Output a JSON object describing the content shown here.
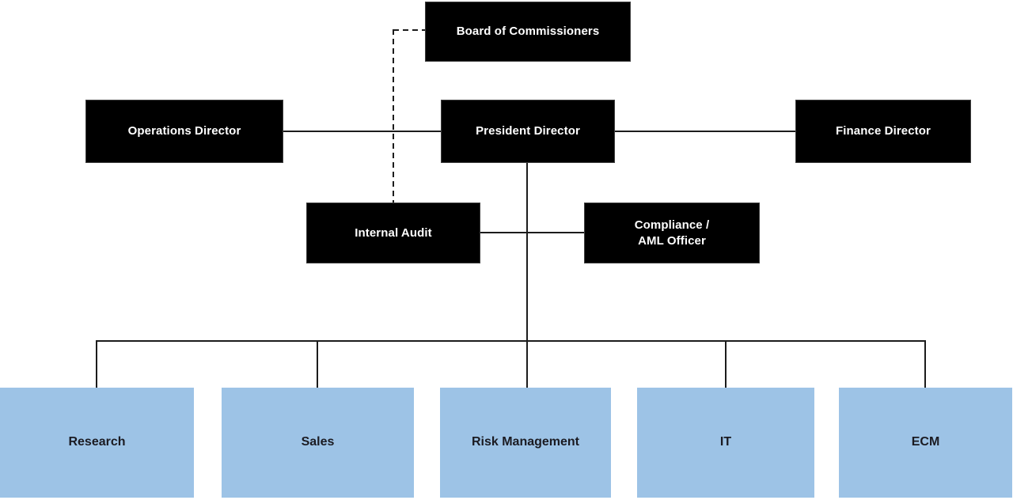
{
  "diagram": {
    "type": "org-chart",
    "nodes": {
      "board": {
        "label": "Board of Commissioners"
      },
      "operations": {
        "label": "Operations Director"
      },
      "president": {
        "label": "President Director"
      },
      "finance": {
        "label": "Finance Director"
      },
      "internal_audit": {
        "label": "Internal Audit"
      },
      "compliance": {
        "label": "Compliance /\nAML Officer"
      }
    },
    "departments": [
      {
        "label": "Research"
      },
      {
        "label": "Sales"
      },
      {
        "label": "Risk Management"
      },
      {
        "label": "IT"
      },
      {
        "label": "ECM"
      }
    ],
    "edges": [
      {
        "from": "Board of Commissioners",
        "to": "Internal Audit",
        "style": "dashed"
      },
      {
        "from": "President Director",
        "to": "Operations Director",
        "style": "solid"
      },
      {
        "from": "President Director",
        "to": "Finance Director",
        "style": "solid"
      },
      {
        "from": "President Director",
        "to": "Internal Audit",
        "style": "solid"
      },
      {
        "from": "President Director",
        "to": "Compliance / AML Officer",
        "style": "solid"
      },
      {
        "from": "President Director",
        "to": "Research",
        "style": "solid"
      },
      {
        "from": "President Director",
        "to": "Sales",
        "style": "solid"
      },
      {
        "from": "President Director",
        "to": "Risk Management",
        "style": "solid"
      },
      {
        "from": "President Director",
        "to": "IT",
        "style": "solid"
      },
      {
        "from": "President Director",
        "to": "ECM",
        "style": "solid"
      }
    ],
    "colors": {
      "executive_box": "#000000",
      "executive_text": "#ffffff",
      "department_box": "#9DC3E6",
      "department_text": "#1b1b22",
      "connector": "#1c1c1c",
      "background": "#ffffff"
    }
  }
}
